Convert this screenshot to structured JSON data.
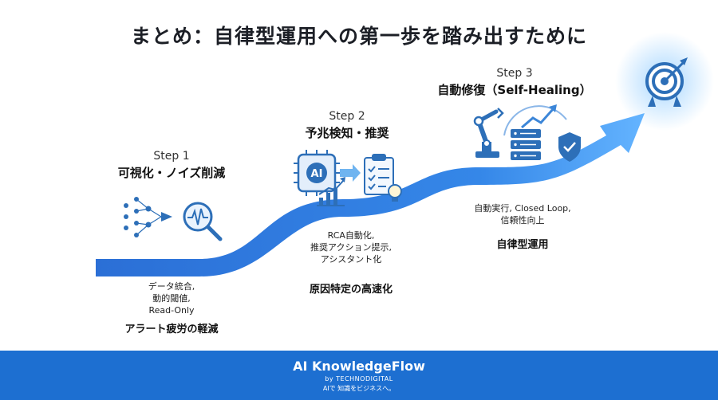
{
  "title": "まとめ：自律型運用への第一歩を踏み出すために",
  "steps": [
    {
      "num": "Step 1",
      "name": "可視化・ノイズ削減",
      "desc": [
        "データ統合,",
        "動的閾値,",
        "Read-Only"
      ],
      "outcome": "アラート疲労の軽減",
      "icons": [
        "data-funnel-icon",
        "magnifier-waveform-icon"
      ]
    },
    {
      "num": "Step 2",
      "name": "予兆検知・推奨",
      "desc": [
        "RCA自動化,",
        "推奨アクション提示,",
        "アシスタント化"
      ],
      "outcome": "原因特定の高速化",
      "icons": [
        "ai-chip-icon",
        "growth-chart-icon",
        "checklist-icon",
        "lightbulb-icon"
      ],
      "chip_label": "AI"
    },
    {
      "num": "Step 3",
      "name": "自動修復（Self-Healing）",
      "desc": [
        "自動実行, Closed Loop,",
        "信頼性向上"
      ],
      "outcome": "自律型運用",
      "icons": [
        "robot-arm-icon",
        "server-stack-icon",
        "trend-arrow-icon",
        "shield-check-icon"
      ]
    }
  ],
  "goal_icon": "target-icon",
  "colors": {
    "accent": "#2f7fe0",
    "footer": "#1d6fd1",
    "icon": "#2d6fb8"
  },
  "footer": {
    "brand": "AI KnowledgeFlow",
    "by": "by TECHNODIGITAL",
    "tagline": "AIで 知識をビジネスへ。"
  }
}
